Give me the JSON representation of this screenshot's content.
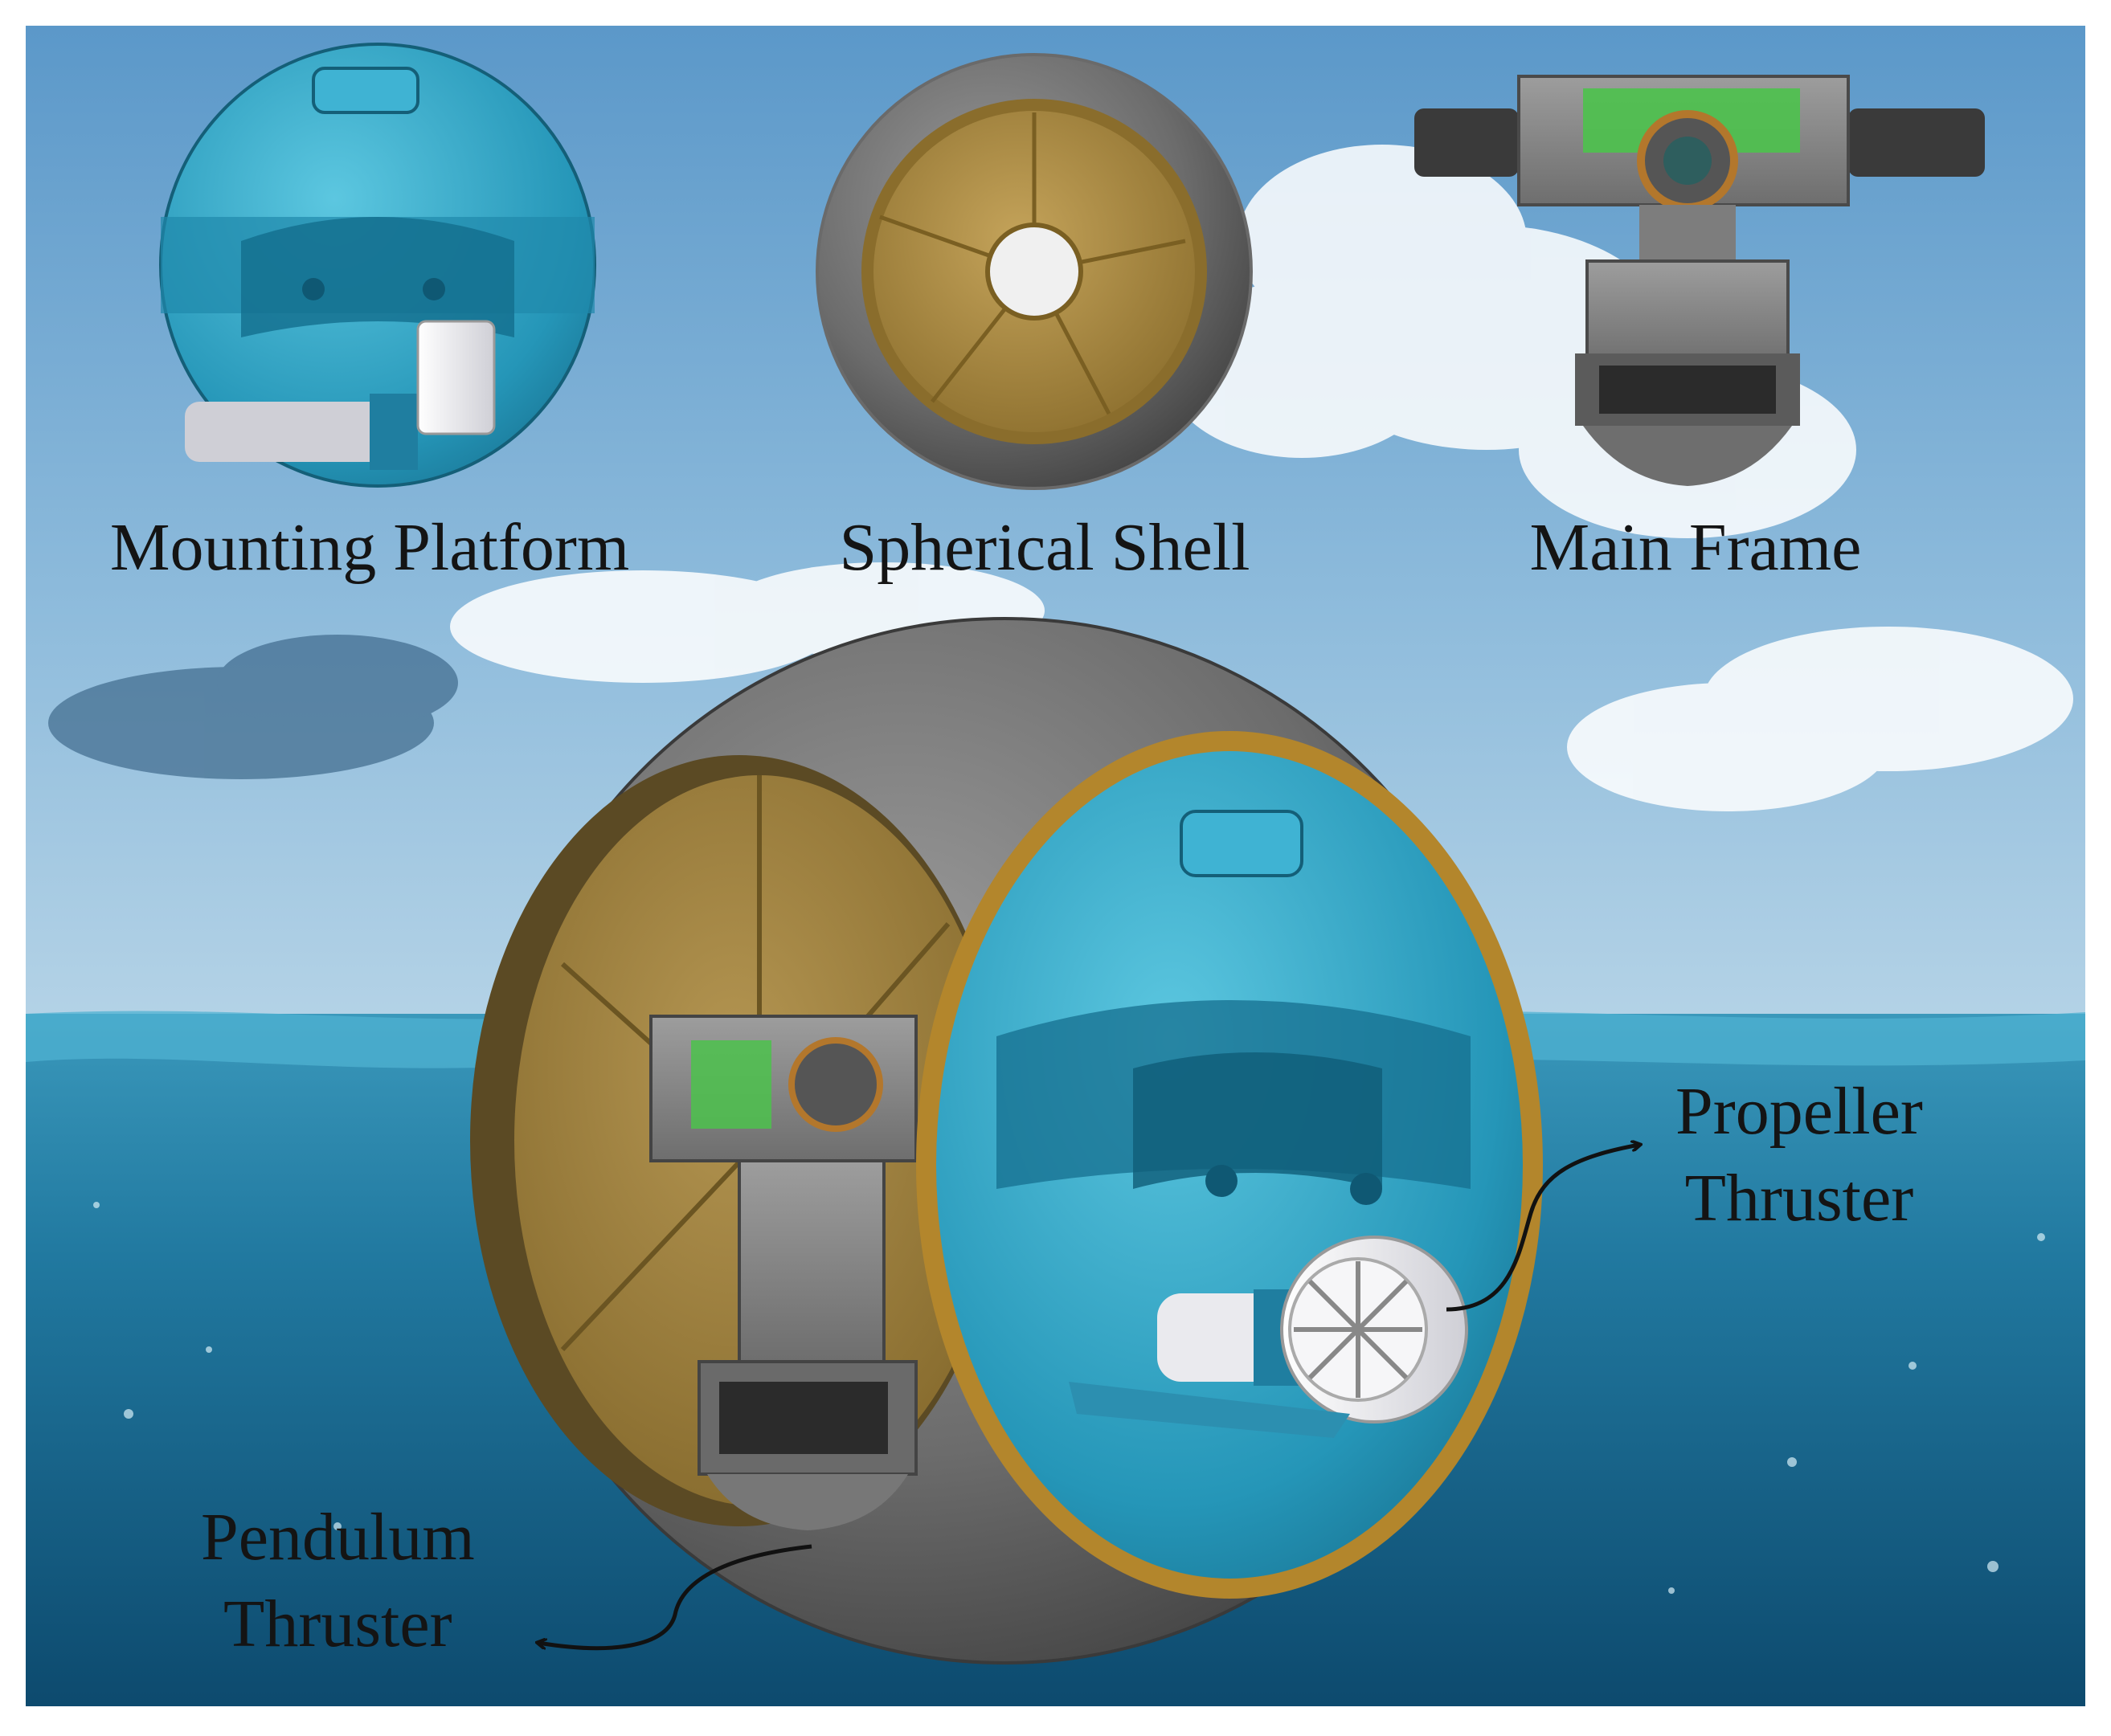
{
  "diagram": {
    "labels": {
      "mounting_platform": "Mounting Platform",
      "spherical_shell": "Spherical Shell",
      "main_frame": "Main Frame",
      "propeller_line1": "Propeller",
      "propeller_line2": "Thruster",
      "pendulum_line1": "Pendulum",
      "pendulum_line2": "Thruster"
    },
    "colors": {
      "sky_top": "#5f9ccc",
      "sky_bottom": "#a9cbe3",
      "water_top": "#2d8bb0",
      "water_bottom": "#0f4f74",
      "shell_gray": "#707070",
      "gold_ring": "#b88a2a",
      "gold_panel": "#9c8a52",
      "platform_cyan": "#2fa6c6",
      "frame_gray": "#8a8a8a",
      "green_part": "#4cc24c",
      "thruster_white": "#eeeef2"
    }
  }
}
